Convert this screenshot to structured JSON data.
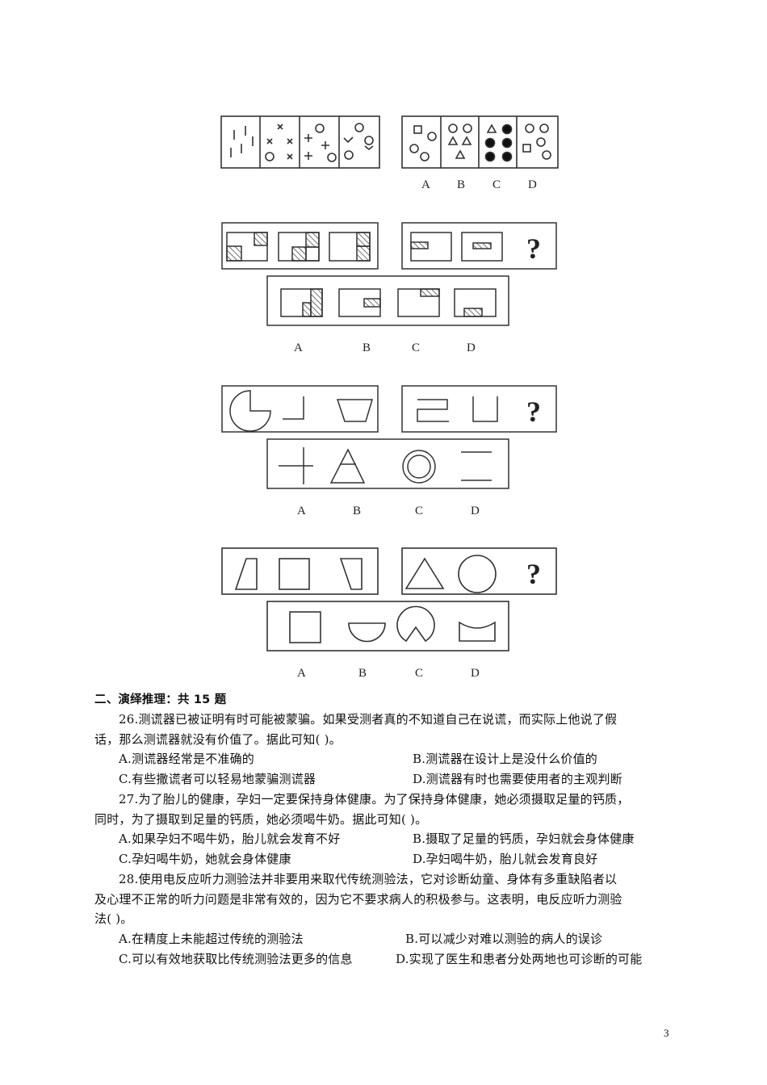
{
  "figures": [
    {
      "id": "fig1",
      "description": "Four-panel stem sequence (strokes, crosses, plus signs, check marks with circles) and four option panels",
      "option_labels": [
        "A",
        "B",
        "C",
        "D"
      ]
    },
    {
      "id": "fig2",
      "description": "Rectangles with hatched sub-rectangles; second group ends with question mark",
      "question_mark": "?",
      "option_labels": [
        "A",
        "B",
        "C",
        "D"
      ]
    },
    {
      "id": "fig3",
      "description": "Line figures: pacman circle, corner, trapezoid; S-shape, U-shape, ?; options cross, triangle with line, concentric circles, two lines",
      "question_mark": "?",
      "option_labels": [
        "A",
        "B",
        "C",
        "D"
      ]
    },
    {
      "id": "fig4",
      "description": "Trapezoid, square, trapezoid; triangle, circle, ?; options square, semicircle, notched circle, concave shape",
      "question_mark": "?",
      "option_labels": [
        "A",
        "B",
        "C",
        "D"
      ]
    }
  ],
  "section": {
    "heading": "二、演绎推理：共 15 题"
  },
  "questions": [
    {
      "number": "26",
      "stem_lines": [
        "26.测谎器已被证明有时可能被蒙骗。如果受测者真的不知道自己在说谎，而实际上他说了假",
        "话，那么测谎器就没有价值了。据此可知( )。"
      ],
      "options": [
        "A.测谎器经常是不准确的",
        "B.测谎器在设计上是没什么价值的",
        "C.有些撒谎者可以轻易地蒙骗测谎器",
        "D.测谎器有时也需要使用者的主观判断"
      ]
    },
    {
      "number": "27",
      "stem_lines": [
        "27.为了胎儿的健康，孕妇一定要保持身体健康。为了保持身体健康，她必须摄取足量的钙质，",
        "同时，为了摄取到足量的钙质，她必须喝牛奶。据此可知( )。"
      ],
      "options": [
        "A.如果孕妇不喝牛奶，胎儿就会发育不好",
        "B.摄取了足量的钙质，孕妇就会身体健康",
        "C.孕妇喝牛奶，她就会身体健康",
        "D.孕妇喝牛奶，胎儿就会发育良好"
      ]
    },
    {
      "number": "28",
      "stem_lines": [
        "28.使用电反应听力测验法并非要用来取代传统测验法，它对诊断幼童、身体有多重缺陷者以",
        "及心理不正常的听力问题是非常有效的，因为它不要求病人的积极参与。这表明，电反应听力测验",
        "法( )。"
      ],
      "options": [
        "A.在精度上未能超过传统的测验法",
        "B.可以减少对难以测验的病人的误诊",
        "C.可以有效地获取比传统测验法更多的信息",
        "D.实现了医生和患者分处两地也可诊断的可能"
      ]
    }
  ],
  "page_number": "3"
}
